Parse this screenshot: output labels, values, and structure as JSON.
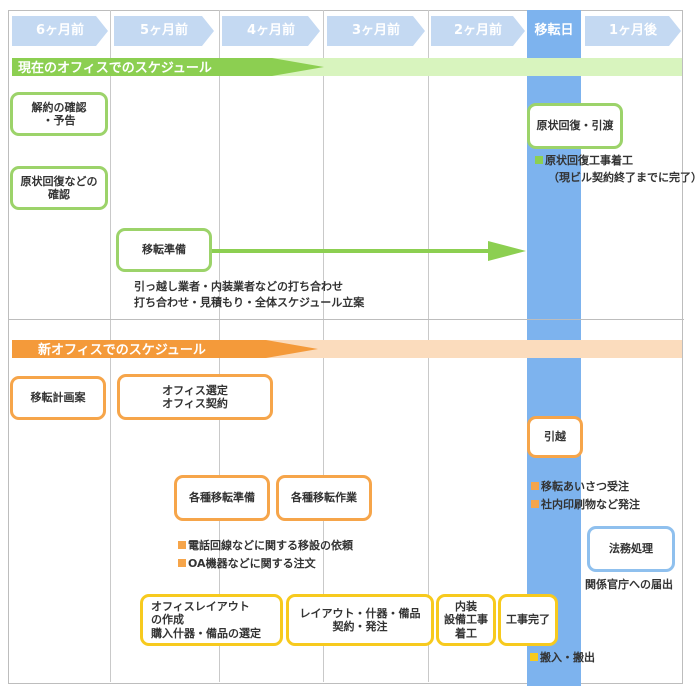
{
  "timeline": [
    "6ヶ月前",
    "5ヶ月前",
    "4ヶ月前",
    "3ヶ月前",
    "2ヶ月前",
    "移転日",
    "1ヶ月後"
  ],
  "current_section": {
    "title": "現在のオフィスでのスケジュール",
    "cancel_notice": "解約の確認\n・予告",
    "restoration_check": "原状回復などの\n確認",
    "move_prep": "移転準備",
    "move_prep_note_1": "引っ越し業者・内装業者などの打ち合わせ",
    "move_prep_note_2": "打ち合わせ・見積もり・全体スケジュール立案",
    "restore_handover": "原状回復・引渡",
    "restoration_start": "原状回復工事着工",
    "restoration_deadline": "（現ビル契約終了までに完了）"
  },
  "new_section": {
    "title": "新オフィスでのスケジュール",
    "move_plan": "移転計画案",
    "office_selection": "オフィス選定\nオフィス契約",
    "moving_day": "引越",
    "greeting_order": "移転あいさつ受注",
    "printed_matter": "社内印刷物など発注",
    "transfer_prep": "各種移転準備",
    "transfer_work": "各種移転作業",
    "phone_line": "電話回線などに関する移設の依頼",
    "oa_equipment": "OA機器などに関する注文",
    "legal": "法務処理",
    "legal_note": "関係官庁への届出",
    "layout_box": "オフィスレイアウト\nの作成\n購入什器・備品の選定",
    "layout_fixtures": "レイアウト・什器・備品\n契約・発注",
    "interior_work": "内装\n設備工事\n着工",
    "work_complete": "工事完了",
    "move_in_out": "搬入・搬出"
  },
  "colors": {
    "green": "#8ccf51",
    "orange": "#f49a3a",
    "yellow": "#f7ca1e",
    "blue": "#7db3ee",
    "header": "#c4d9f2"
  }
}
